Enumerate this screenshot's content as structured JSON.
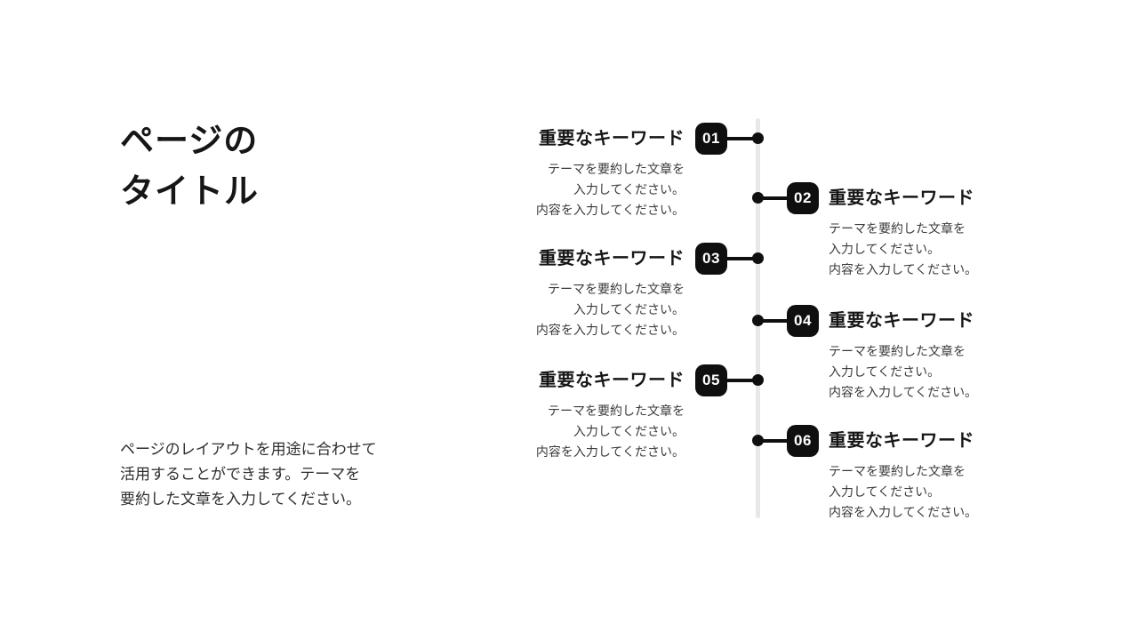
{
  "slide": {
    "title": "ページの\nタイトル",
    "description": "ページのレイアウトを用途に合わせて\n活用することができます。テーマを\n要約した文章を入力してください。"
  },
  "timeline": {
    "items": [
      {
        "number": "01",
        "side": "left",
        "heading": "重要なキーワード",
        "body": "テーマを要約した文章を\n入力してください。\n内容を入力してください。"
      },
      {
        "number": "02",
        "side": "right",
        "heading": "重要なキーワード",
        "body": "テーマを要約した文章を\n入力してください。\n内容を入力してください。"
      },
      {
        "number": "03",
        "side": "left",
        "heading": "重要なキーワード",
        "body": "テーマを要約した文章を\n入力してください。\n内容を入力してください。"
      },
      {
        "number": "04",
        "side": "right",
        "heading": "重要なキーワード",
        "body": "テーマを要約した文章を\n入力してください。\n内容を入力してください。"
      },
      {
        "number": "05",
        "side": "left",
        "heading": "重要なキーワード",
        "body": "テーマを要約した文章を\n入力してください。\n内容を入力してください。"
      },
      {
        "number": "06",
        "side": "right",
        "heading": "重要なキーワード",
        "body": "テーマを要約した文章を\n入力してください。\n内容を入力してください。"
      }
    ]
  },
  "colors": {
    "background": "#ffffff",
    "badge": "#0f0f0f",
    "dot": "#0f0f0f",
    "timeline_line": "#e8e8e8",
    "text_primary": "#161616",
    "text_secondary": "#3a3a3a"
  }
}
